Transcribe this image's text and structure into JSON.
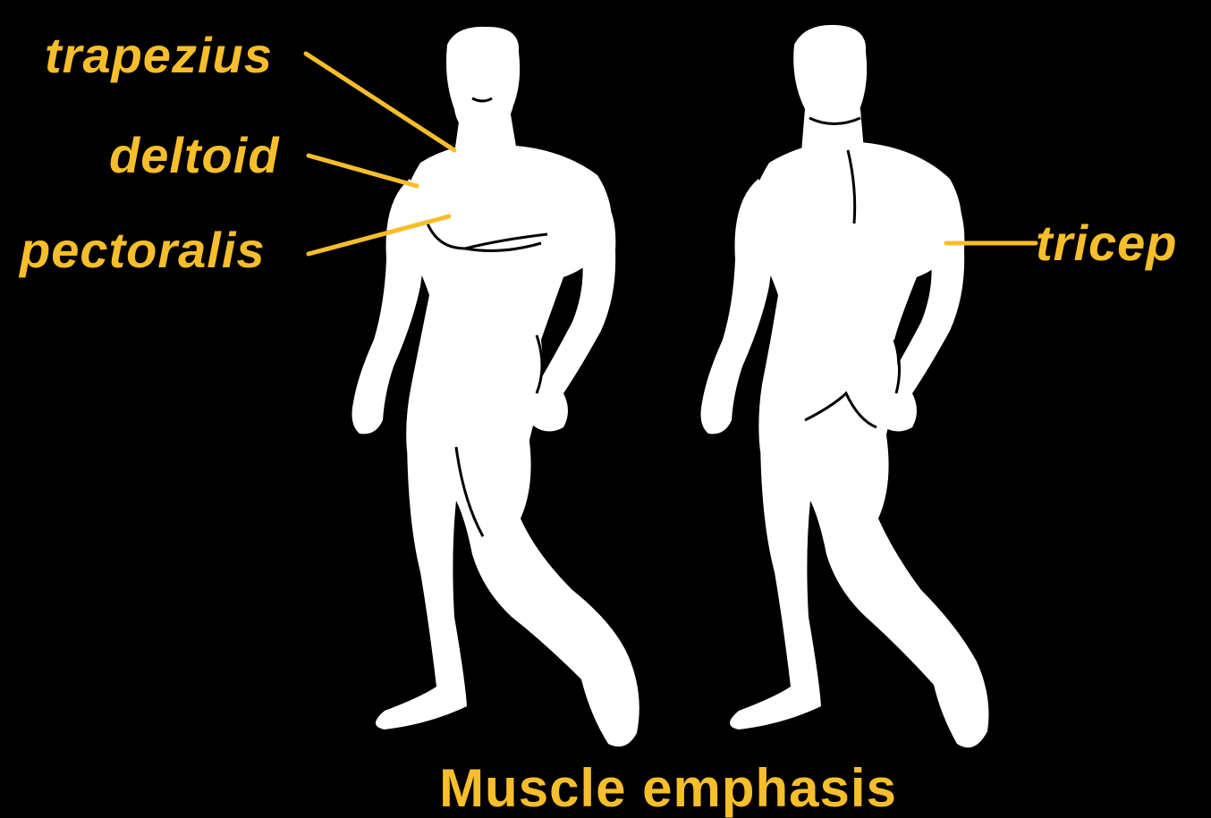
{
  "labels": {
    "trapezius": "trapezius",
    "deltoid": "deltoid",
    "pectoralis": "pectoralis",
    "tricep": "tricep"
  },
  "caption": "Muscle emphasis",
  "colors": {
    "background": "#000000",
    "figure": "#FFFFFF",
    "accent": "#F7BE2B"
  }
}
